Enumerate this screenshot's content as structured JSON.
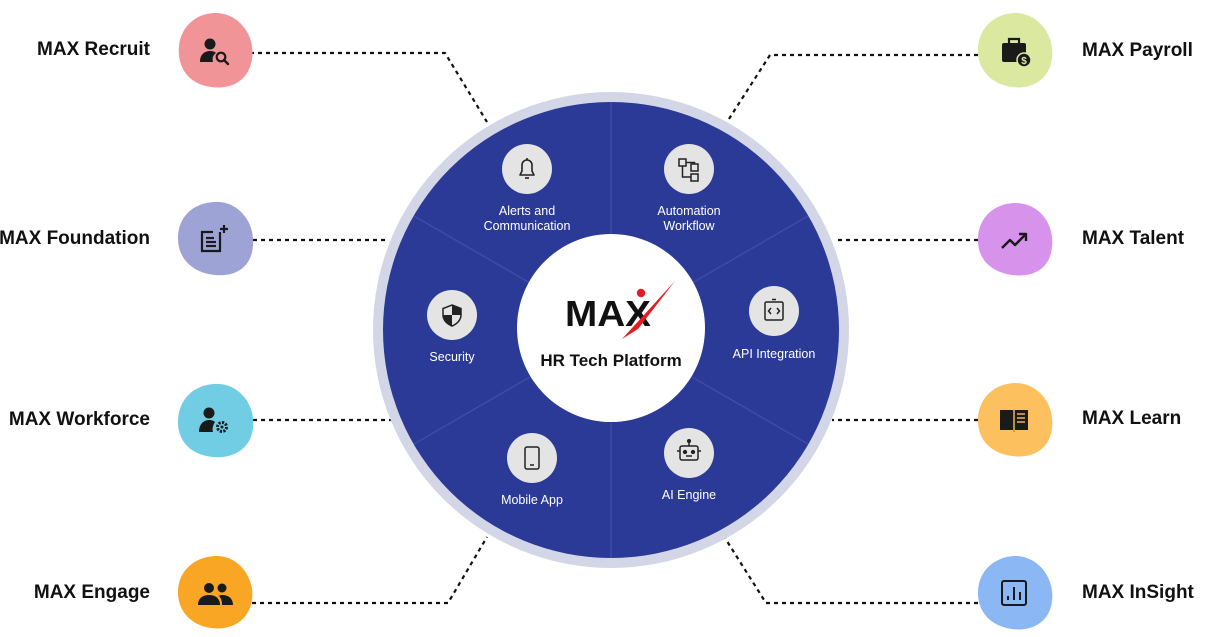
{
  "center": {
    "logo_text": "MAX",
    "subtitle": "HR Tech Platform"
  },
  "colors": {
    "ring_outer": "#d3d6e6",
    "wheel": "#2a3a96",
    "divider": "#3c4ca8",
    "center_bg": "#ffffff",
    "logo_accent": "#e31b23",
    "seg_icon_bg": "#e4e4e4",
    "connector": "#111111"
  },
  "segments": [
    {
      "label_lines": [
        "Alerts and",
        "Communication"
      ],
      "icon": "bell-icon"
    },
    {
      "label_lines": [
        "Automation",
        "Workflow"
      ],
      "icon": "workflow-icon"
    },
    {
      "label_lines": [
        "API Integration"
      ],
      "icon": "code-icon"
    },
    {
      "label_lines": [
        "AI Engine"
      ],
      "icon": "robot-icon"
    },
    {
      "label_lines": [
        "Mobile App"
      ],
      "icon": "mobile-icon"
    },
    {
      "label_lines": [
        "Security"
      ],
      "icon": "shield-icon"
    }
  ],
  "modules_left": [
    {
      "label": "MAX Recruit",
      "icon": "user-search-icon",
      "color": "#f19497"
    },
    {
      "label": "MAX Foundation",
      "icon": "document-add-icon",
      "color": "#9ea3d6"
    },
    {
      "label": "MAX Workforce",
      "icon": "user-settings-icon",
      "color": "#71cde4"
    },
    {
      "label": "MAX Engage",
      "icon": "people-icon",
      "color": "#f8a623"
    }
  ],
  "modules_right": [
    {
      "label": "MAX Payroll",
      "icon": "briefcase-dollar-icon",
      "color": "#dbe9a0"
    },
    {
      "label": "MAX Talent",
      "icon": "trending-up-icon",
      "color": "#d793ec"
    },
    {
      "label": "MAX Learn",
      "icon": "book-icon",
      "color": "#fcc05f"
    },
    {
      "label": "MAX InSight",
      "icon": "bar-chart-icon",
      "color": "#8cb7f5"
    }
  ]
}
